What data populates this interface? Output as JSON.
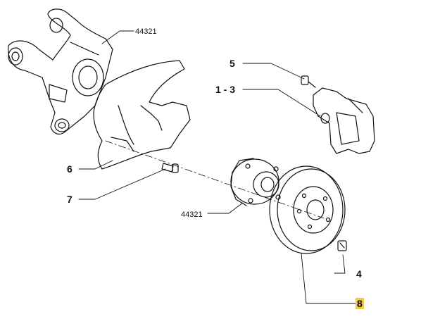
{
  "callouts": {
    "knuckle_ref": "44321",
    "bolt_top": "5",
    "caliper_range": "1 - 3",
    "shield": "6",
    "shield_bolt": "7",
    "hub_ref": "44321",
    "disc_bolt": "4",
    "disc": "8"
  },
  "colors": {
    "line": "#111111",
    "highlight": "#f5c842"
  }
}
